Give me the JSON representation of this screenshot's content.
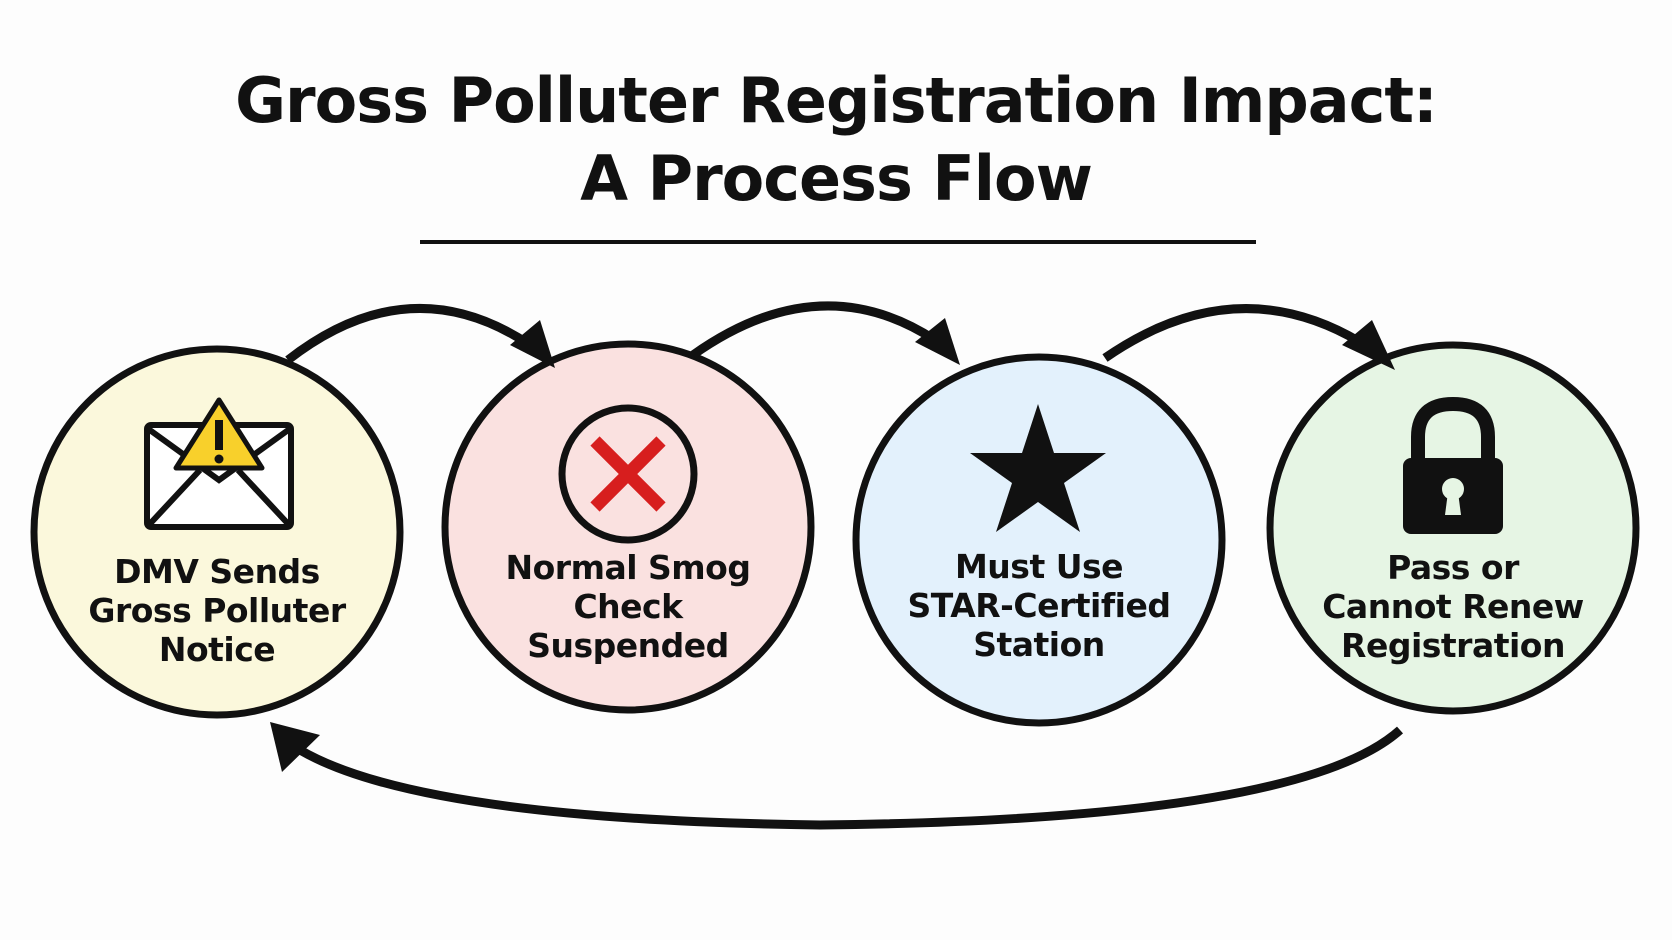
{
  "title": {
    "line1": "Gross Polluter Registration Impact:",
    "line2": "A Process Flow"
  },
  "steps": [
    {
      "lines": [
        "DMV Sends",
        "Gross Polluter",
        "Notice"
      ],
      "icon": "warning-envelope-icon",
      "fill": "#fbf8dc"
    },
    {
      "lines": [
        "Normal Smog",
        "Check",
        "Suspended"
      ],
      "icon": "red-x-icon",
      "fill": "#fae1e0",
      "accent": "#d71e1e"
    },
    {
      "lines": [
        "Must Use",
        "STAR-Certified",
        "Station"
      ],
      "icon": "star-icon",
      "fill": "#e3f1fc"
    },
    {
      "lines": [
        "Pass or",
        "Cannot Renew",
        "Registration"
      ],
      "icon": "padlock-icon",
      "fill": "#e6f5e4"
    }
  ],
  "colors": {
    "warning": "#f8d02b",
    "stroke": "#111111"
  }
}
